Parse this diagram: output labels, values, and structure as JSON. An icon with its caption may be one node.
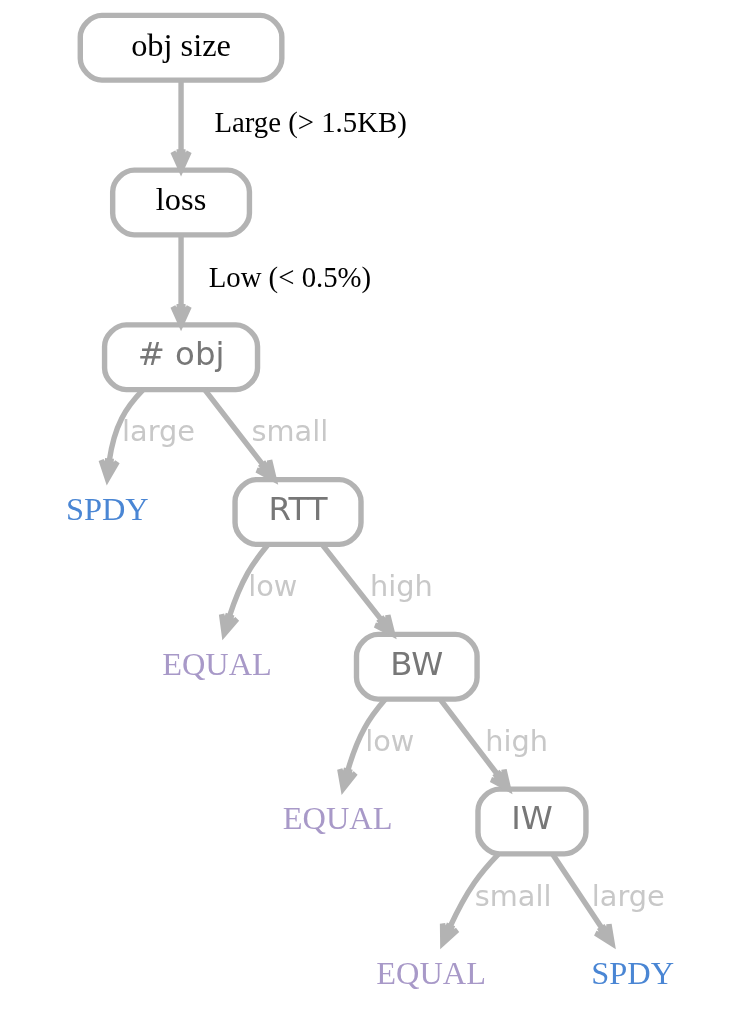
{
  "diagram": {
    "nodes": [
      {
        "text": [
          "obj size"
        ]
      },
      {
        "text": [
          "loss"
        ]
      },
      {
        "text": [
          "# obj"
        ]
      },
      {
        "text": [
          "SPDY"
        ]
      },
      {
        "text": [
          "RTT"
        ]
      },
      {
        "text": [
          "EQUAL"
        ]
      },
      {
        "text": [
          "BW"
        ]
      },
      {
        "text": [
          "EQUAL"
        ]
      },
      {
        "text": [
          "IW"
        ]
      },
      {
        "text": [
          "EQUAL"
        ]
      },
      {
        "text": [
          "SPDY"
        ]
      }
    ],
    "edges": [
      {
        "from": 0,
        "to": 1,
        "arrow": "to",
        "label": "Large (> 1.5KB)"
      },
      {
        "from": 1,
        "to": 2,
        "arrow": "to",
        "label": "Low (< 0.5%)"
      },
      {
        "from": 2,
        "to": 4,
        "arrow": "to",
        "label": "small"
      },
      {
        "from": 2,
        "to": 3,
        "arrow": "to",
        "label": "large"
      },
      {
        "from": 4,
        "to": 5,
        "arrow": "to",
        "label": "low"
      },
      {
        "from": 4,
        "to": 6,
        "arrow": "to",
        "label": "high"
      },
      {
        "from": 6,
        "to": 7,
        "arrow": "to",
        "label": "low"
      },
      {
        "from": 6,
        "to": 8,
        "arrow": "to",
        "label": "high"
      },
      {
        "from": 8,
        "to": 9,
        "arrow": "to",
        "label": "small"
      },
      {
        "from": 8,
        "to": 10,
        "arrow": "to",
        "label": "large"
      }
    ]
  }
}
